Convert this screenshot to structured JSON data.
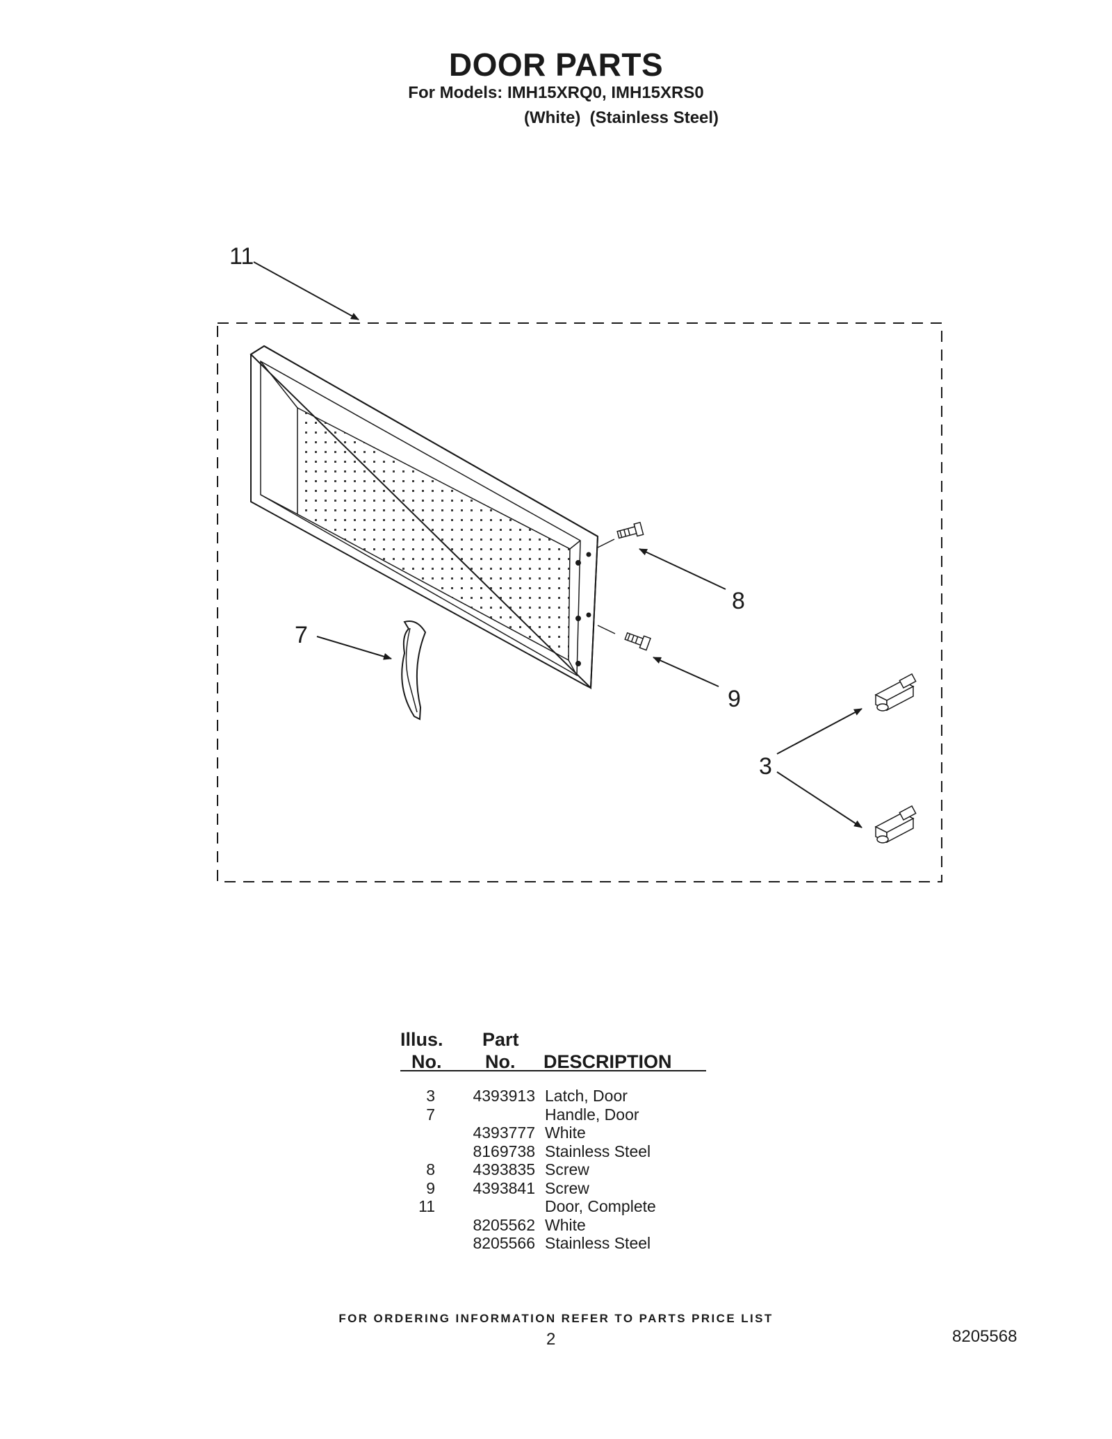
{
  "header": {
    "title": "DOOR PARTS",
    "models": "For Models: IMH15XRQ0, IMH15XRS0",
    "variants": "(White)  (Stainless Steel)"
  },
  "diagram": {
    "callouts": {
      "door": "11",
      "handle": "7",
      "screw_upper": "8",
      "screw_lower": "9",
      "latch": "3"
    }
  },
  "parts_table": {
    "headers": {
      "illus_line1": "Illus.",
      "illus_line2": "No.",
      "part_line1": "Part",
      "part_line2": "No.",
      "description": "DESCRIPTION"
    },
    "rows": [
      {
        "illus": "3",
        "part": "4393913",
        "desc": "Latch, Door"
      },
      {
        "illus": "7",
        "part": "",
        "desc": "Handle, Door"
      },
      {
        "illus": "",
        "part": "4393777",
        "desc": "White"
      },
      {
        "illus": "",
        "part": "8169738",
        "desc": "Stainless Steel"
      },
      {
        "illus": "8",
        "part": "4393835",
        "desc": "Screw"
      },
      {
        "illus": "9",
        "part": "4393841",
        "desc": "Screw"
      },
      {
        "illus": "11",
        "part": "",
        "desc": "Door, Complete"
      },
      {
        "illus": "",
        "part": "8205562",
        "desc": "White"
      },
      {
        "illus": "",
        "part": "8205566",
        "desc": "Stainless Steel"
      }
    ]
  },
  "footer": {
    "ordering_note": "FOR ORDERING INFORMATION REFER TO PARTS PRICE LIST",
    "page_number": "2",
    "document_number": "8205568"
  }
}
